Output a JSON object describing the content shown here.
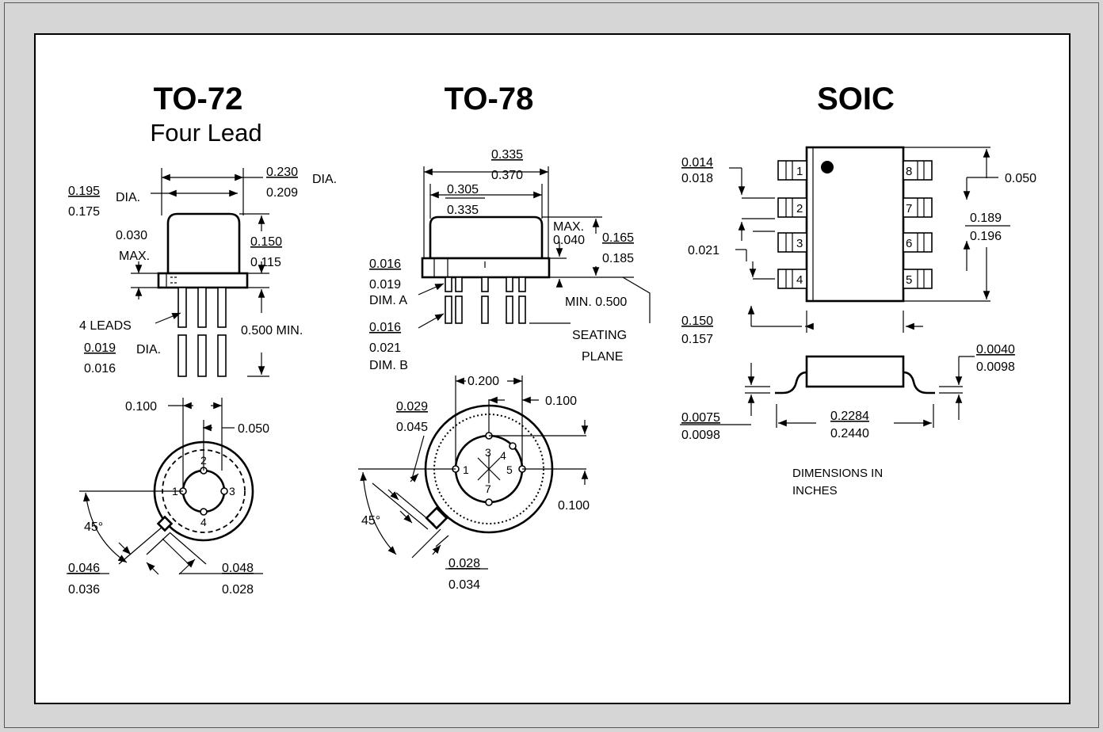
{
  "to72": {
    "title": "TO-72",
    "subtitle": "Four Lead",
    "dim_cap_top_a": "0.230",
    "dim_cap_top_b": "0.209",
    "dia1": "DIA.",
    "dim_cap_a": "0.195",
    "dim_cap_b": "0.175",
    "dia2": "DIA.",
    "dim_flange_a": "0.030",
    "dim_flange_b": "MAX.",
    "dim_height_a": "0.150",
    "dim_height_b": "0.115",
    "leads_label": "4 LEADS",
    "lead_len": "0.500 MIN.",
    "lead_dia_a": "0.019",
    "lead_dia_b": "0.016",
    "dia3": "DIA.",
    "pitch_a": "0.100",
    "pitch_b": "0.050",
    "pins": [
      "1",
      "2",
      "3",
      "4"
    ],
    "angle": "45°",
    "tab_a_1": "0.046",
    "tab_a_2": "0.036",
    "tab_b_1": "0.048",
    "tab_b_2": "0.028"
  },
  "to78": {
    "title": "TO-78",
    "dim_outer_a": "0.335",
    "dim_outer_b": "0.370",
    "dim_inner_a": "0.305",
    "dim_inner_b": "0.335",
    "max_a": "MAX.",
    "max_b": "0.040",
    "height_a": "0.165",
    "height_b": "0.185",
    "dimA_1": "0.016",
    "dimA_2": "0.019",
    "dimA_label": "DIM. A",
    "min_label": "MIN. 0.500",
    "dimB_1": "0.016",
    "dimB_2": "0.021",
    "dimB_label": "DIM. B",
    "seating_1": "SEATING",
    "seating_2": "PLANE",
    "pitch_a": "0.200",
    "pitch_b": "0.100",
    "tab_a_1": "0.029",
    "tab_a_2": "0.045",
    "pins": [
      "1",
      "3",
      "4",
      "5",
      "7"
    ],
    "right_dim": "0.100",
    "angle": "45°",
    "tab_b_1": "0.028",
    "tab_b_2": "0.034"
  },
  "soic": {
    "title": "SOIC",
    "lead_w_a": "0.014",
    "lead_w_b": "0.018",
    "pitch": "0.050",
    "len_a": "0.189",
    "len_b": "0.196",
    "gap": "0.021",
    "pins_left": [
      "1",
      "2",
      "3",
      "4"
    ],
    "pins_right": [
      "8",
      "7",
      "6",
      "5"
    ],
    "width_a": "0.150",
    "width_b": "0.157",
    "stand_a": "0.0040",
    "stand_b": "0.0098",
    "thick_a": "0.0075",
    "thick_b": "0.0098",
    "span_a": "0.2284",
    "span_b": "0.2440",
    "note_1": "DIMENSIONS IN",
    "note_2": "INCHES"
  },
  "colors": {
    "background": "#d6d6d6",
    "panel": "#ffffff",
    "ink": "#000000"
  }
}
